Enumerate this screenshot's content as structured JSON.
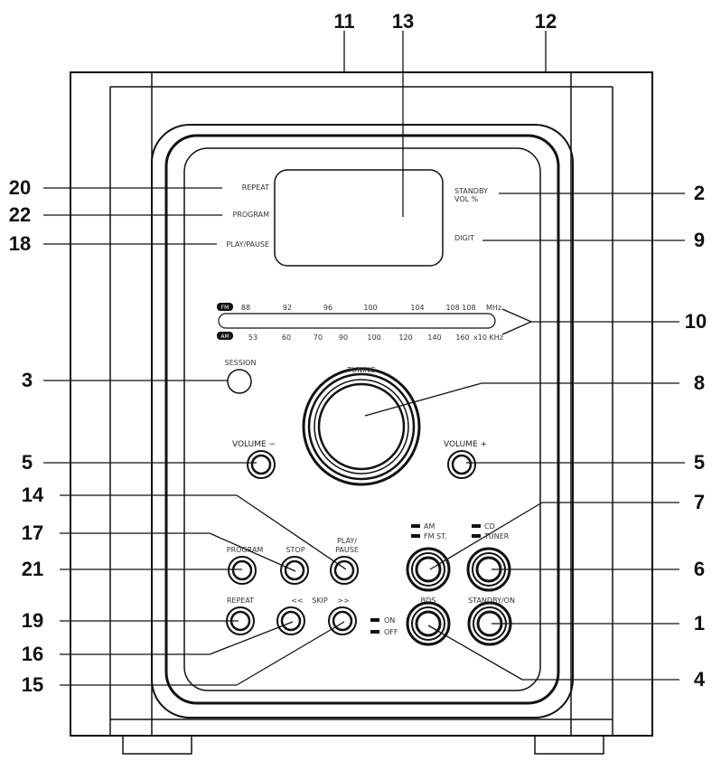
{
  "display": {
    "left_labels": [
      "REPEAT",
      "PROGRAM",
      "PLAY/PAUSE"
    ],
    "right_labels": [
      "STANDBY",
      "VOL %",
      "DIGIT"
    ]
  },
  "tuning_scale": {
    "fm_badge": "FM",
    "am_badge": "AM",
    "fm_ticks": [
      "88",
      "92",
      "96",
      "100",
      "104",
      "108 108"
    ],
    "fm_unit": "MHz",
    "am_ticks": [
      "53",
      "60",
      "70",
      "90",
      "100",
      "120",
      "140",
      "160"
    ],
    "am_unit": "x10 KHz"
  },
  "controls": {
    "session_label": "SESSION",
    "tuning_label": "TUNING",
    "volume_minus_label": "VOLUME −",
    "volume_plus_label": "VOLUME +",
    "am_label": "AM",
    "fm_st_label": "FM ST.",
    "cd_label": "CD",
    "tuner_label": "TUNER",
    "program_label": "PROGRAM",
    "stop_label": "STOP",
    "play_label": "PLAY/",
    "pause_label": "PAUSE",
    "repeat_label": "REPEAT",
    "prev_label": "<<",
    "skip_label": "SKIP",
    "next_label": ">>",
    "on_label": "ON",
    "off_label": "OFF",
    "bds_label": "BDS",
    "standby_on_label": "STANDBY/ON"
  },
  "callouts": {
    "n11": "11",
    "n13": "13",
    "n12": "12",
    "n20": "20",
    "n22": "22",
    "n18": "18",
    "n2": "2",
    "n9": "9",
    "n10": "10",
    "n3": "3",
    "n8": "8",
    "n5_left": "5",
    "n5_right": "5",
    "n14": "14",
    "n7": "7",
    "n17": "17",
    "n21": "21",
    "n6": "6",
    "n19": "19",
    "n16": "16",
    "n1": "1",
    "n15": "15",
    "n4": "4"
  }
}
